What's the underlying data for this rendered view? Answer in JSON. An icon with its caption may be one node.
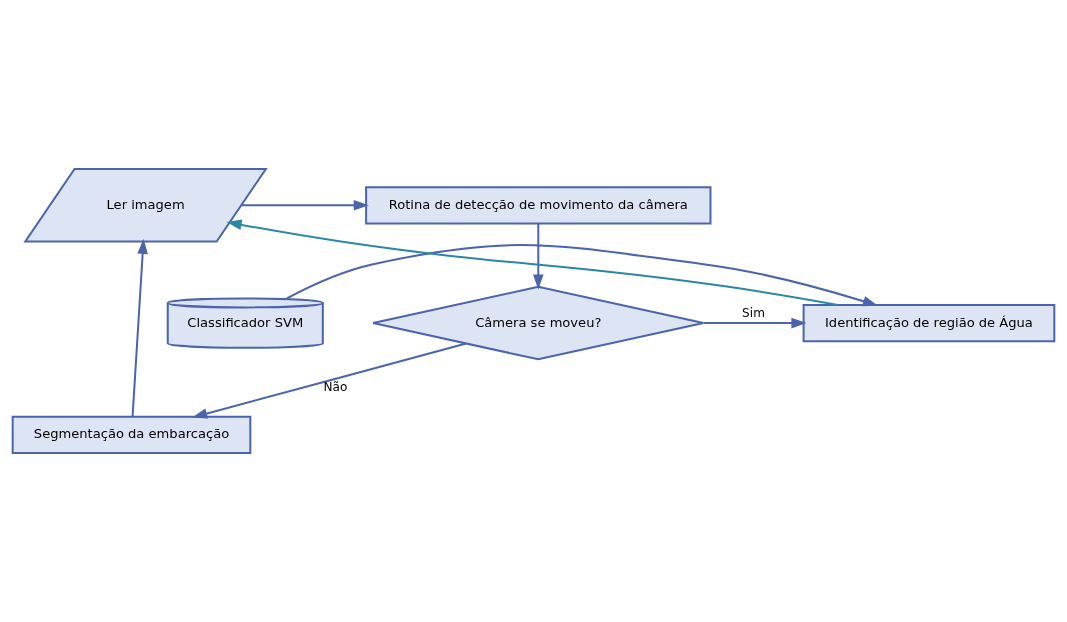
{
  "diagram": {
    "nodes": [
      {
        "text": [
          "Ler imagem"
        ]
      },
      {
        "text": [
          "Rotina de detecção de movimento da câmera"
        ]
      },
      {
        "text": [
          "Câmera se moveu?"
        ]
      },
      {
        "text": [
          "Classificador SVM"
        ]
      },
      {
        "text": [
          "Identificação de região de Água"
        ]
      },
      {
        "text": [
          "Segmentação da embarcação"
        ]
      }
    ],
    "edges": [
      {
        "from": 0,
        "to": 1,
        "arrow": "to"
      },
      {
        "from": 1,
        "to": 2,
        "arrow": "to"
      },
      {
        "from": 2,
        "to": 4,
        "arrow": "to",
        "label": "Sim"
      },
      {
        "from": 3,
        "to": 4,
        "arrow": "to"
      },
      {
        "from": 4,
        "to": 0,
        "arrow": "to",
        "color": "#2b87a3"
      },
      {
        "from": 2,
        "to": 5,
        "arrow": "to",
        "label": "Não"
      },
      {
        "from": 5,
        "to": 0,
        "arrow": "to"
      }
    ]
  }
}
